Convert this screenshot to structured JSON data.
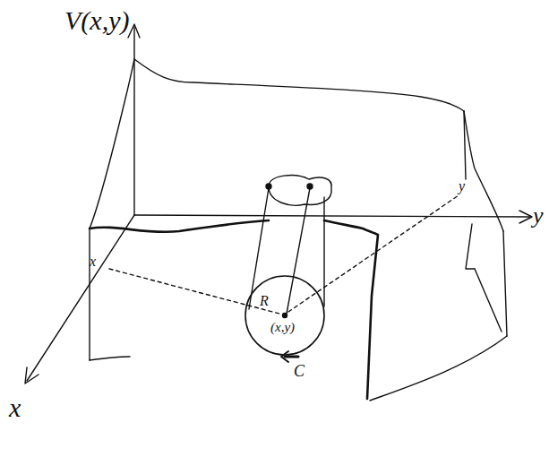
{
  "diagram": {
    "nodes": [
      {
        "text": [
          "R",
          "(x,y)"
        ]
      }
    ],
    "labels": [
      "V(x,y)",
      "y",
      "y",
      "x",
      "C",
      "x"
    ]
  }
}
